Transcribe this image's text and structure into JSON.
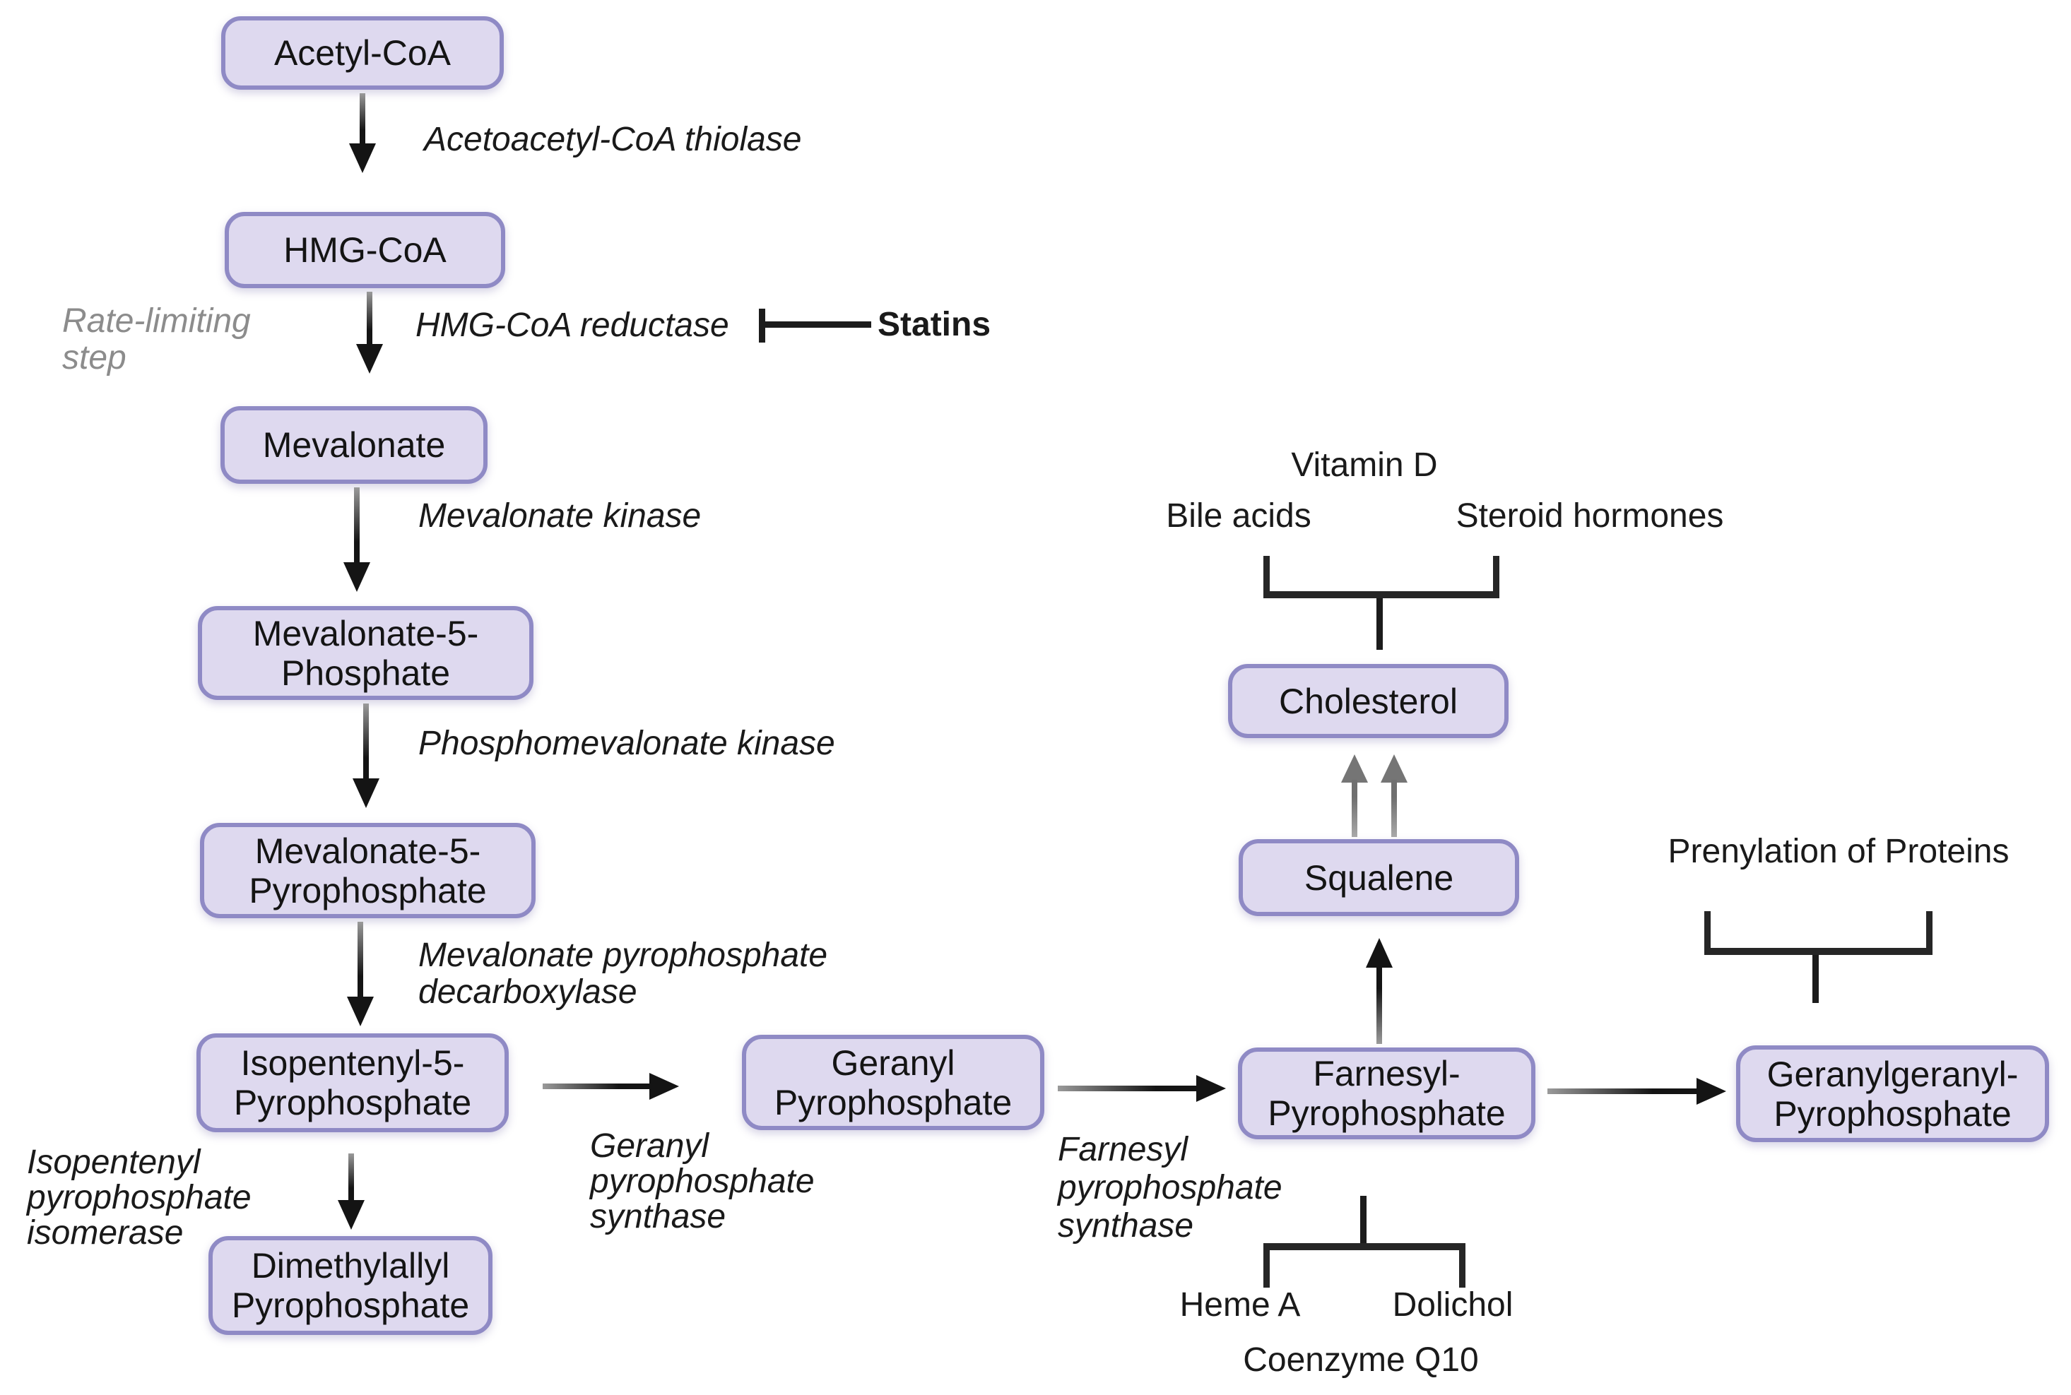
{
  "boxes": {
    "acetyl_coa": {
      "l1": "Acetyl-CoA"
    },
    "hmg_coa": {
      "l1": "HMG-CoA"
    },
    "mevalonate": {
      "l1": "Mevalonate"
    },
    "mev5p": {
      "l1": "Mevalonate-5-",
      "l2": "Phosphate"
    },
    "mev5pp": {
      "l1": "Mevalonate-5-",
      "l2": "Pyrophosphate"
    },
    "ipp": {
      "l1": "Isopentenyl-5-",
      "l2": "Pyrophosphate"
    },
    "dmapp": {
      "l1": "Dimethylallyl",
      "l2": "Pyrophosphate"
    },
    "gpp": {
      "l1": "Geranyl",
      "l2": "Pyrophosphate"
    },
    "fpp": {
      "l1": "Farnesyl-",
      "l2": "Pyrophosphate"
    },
    "ggpp": {
      "l1": "Geranylgeranyl-",
      "l2": "Pyrophosphate"
    },
    "squalene": {
      "l1": "Squalene"
    },
    "cholesterol": {
      "l1": "Cholesterol"
    }
  },
  "enzymes": {
    "thiolase": "Acetoacetyl-CoA thiolase",
    "reductase": "HMG-CoA reductase",
    "mev_kinase": "Mevalonate kinase",
    "pmev_kinase": "Phosphomevalonate kinase",
    "decarboxylase": {
      "l1": "Mevalonate pyrophosphate",
      "l2": "decarboxylase"
    },
    "isomerase": {
      "l1": "Isopentenyl",
      "l2": "pyrophosphate",
      "l3": "isomerase"
    },
    "gpp_synthase": {
      "l1": "Geranyl",
      "l2": "pyrophosphate",
      "l3": "synthase"
    },
    "fpp_synthase": {
      "l1": "Farnesyl",
      "l2": "pyrophosphate",
      "l3": "synthase"
    }
  },
  "annotations": {
    "rate_limiting": {
      "l1": "Rate-limiting",
      "l2": "step"
    },
    "statins": "Statins",
    "vitamin_d": "Vitamin D",
    "bile_acids": "Bile acids",
    "steroid_hormones": "Steroid hormones",
    "prenylation": "Prenylation of Proteins",
    "heme_a": "Heme A",
    "dolichol": "Dolichol",
    "coenzyme_q10": "Coenzyme Q10"
  },
  "colors": {
    "box_fill": "#ded9ef",
    "box_border": "#8f8ac5",
    "text": "#141414",
    "line": "#262626",
    "gray_text": "#8c8c8c",
    "gray_arrow": "#757575"
  }
}
